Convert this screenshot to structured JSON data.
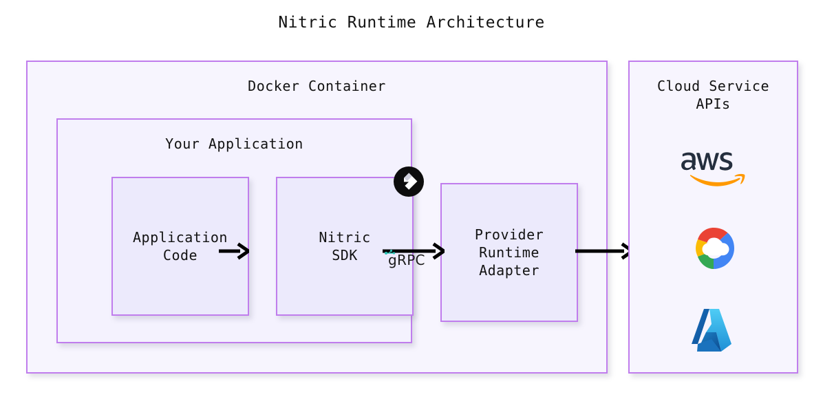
{
  "page": {
    "title": "Nitric Runtime Architecture"
  },
  "colors": {
    "box_border": "#c07ded",
    "box_fill_outer": "#f7f5fe",
    "box_fill_inner": "#eceafc",
    "arrow": "#000000",
    "text": "#121212",
    "grpc_icon": "#2ec4b6",
    "aws_text": "#252f3e",
    "aws_arc": "#ff9900",
    "gcp_red": "#ea4335",
    "gcp_yellow": "#fbbc05",
    "gcp_green": "#34a853",
    "gcp_blue": "#4285f4",
    "azure_light": "#37c2f0",
    "azure_dark": "#0d5aa4",
    "nitric_badge": "#0d0d0d"
  },
  "docker_container": {
    "label": "Docker Container",
    "your_application": {
      "label": "Your Application",
      "application_code": {
        "label": "Application\nCode"
      },
      "nitric_sdk": {
        "label": "Nitric\nSDK",
        "badge_icon": "nitric-logo-icon"
      }
    },
    "provider_runtime_adapter": {
      "label": "Provider\nRuntime\nAdapter"
    }
  },
  "cloud_service_apis": {
    "label": "Cloud Service\nAPIs",
    "providers": [
      {
        "name": "aws",
        "icon": "aws-logo-icon"
      },
      {
        "name": "google-cloud",
        "icon": "google-cloud-logo-icon"
      },
      {
        "name": "azure",
        "icon": "azure-logo-icon"
      }
    ]
  },
  "connections": {
    "code_to_sdk": {
      "label": ""
    },
    "sdk_to_adapter": {
      "label": "gRPC",
      "icon": "grpc-icon"
    },
    "adapter_to_cloud": {
      "label": ""
    }
  }
}
